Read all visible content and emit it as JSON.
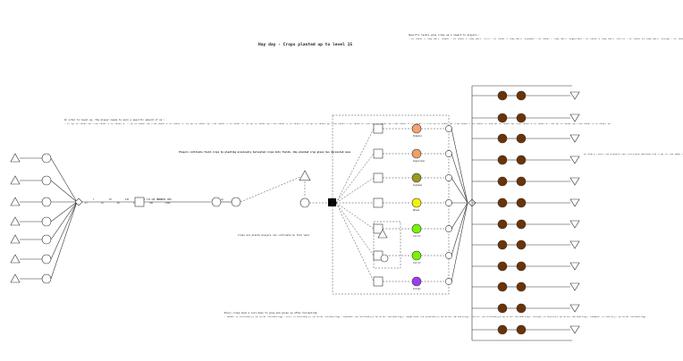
{
  "title": "Hay day - Crops planted up to level 15",
  "rewards": {
    "heading": "Specific levels give crops as a reward to players :",
    "detail": "- At level 1 they earn \"Wheat\"- At level 2 they earn \"Corn\"- At level 5 they earn \"Soybean\"- At level 7 they earn \"Sugarcane\"- At level 9 they earn \"Carrot\"- At level 14 they earn \"Indigo\"- At level 15 they earn \"Pumpkin\""
  },
  "levelup": {
    "heading": "In order to level up, the player needs to earn a specific amount of xp :",
    "detail": "- 27 xp to level up from level 1 to level 2- 7 xp to level up from level 2 to level 3- 19 xp to level up from level 3 to level 4- 30 xp to level up from level 4 to level 5- 50 xp to level up from level 5 to level 6- 210 xp to level up from level 6 to level 7- 170 xp to level up from level 7 to level 8- 440 xp to level up from level 8 to level 9- 780 xp to level up from level 9 to level 10"
  },
  "cultivate_note": "Players cultivate field crops by planting previously harvested crops into fields. One planted crop gives two harvested ones",
  "field_note": "In every field the players can cultivate maximum one crop in the same time.",
  "crops_note": "Crops are plants players can cultivate on farm land",
  "cooldown": {
    "heading": "Every crops have a cool-down to grow and gives xp after harvesting:",
    "detail": "- Wheat (2 minutes)[1 xp after harvesting]- Corn (5 minutes)[1 xp after harvesting]- Soybean (20 minutes)[2 xp after harvesting]- Sugarcane (30 minutes)[3 xp after harvesting]- Carrot (10 minutes)[2 xp after harvesting]- Indigo (2 hours)[5 xp after harvesting]- Pumpkin (3 hours)[7 xp after harvesting]"
  },
  "xp_label": "xp",
  "xp_values": [
    "27",
    "7",
    "19",
    "30",
    "50",
    "210",
    "170",
    "440",
    "780",
    "1200",
    "1500"
  ],
  "crops": [
    {
      "name": "Pumpkin",
      "color": "#f4a46e"
    },
    {
      "name": "Sugarcane",
      "color": "#f0a06a"
    },
    {
      "name": "Soybean",
      "color": "#9a9a1e"
    },
    {
      "name": "Wheat",
      "color": "#f4f400"
    },
    {
      "name": "Carrot",
      "color": "#79f400"
    },
    {
      "name": "Indigo",
      "color": "#9b3df0"
    }
  ],
  "colors": {
    "field": "#6b3306",
    "line": "#333333",
    "dash": "#444444",
    "pool": "#000000"
  },
  "field_count": 12
}
